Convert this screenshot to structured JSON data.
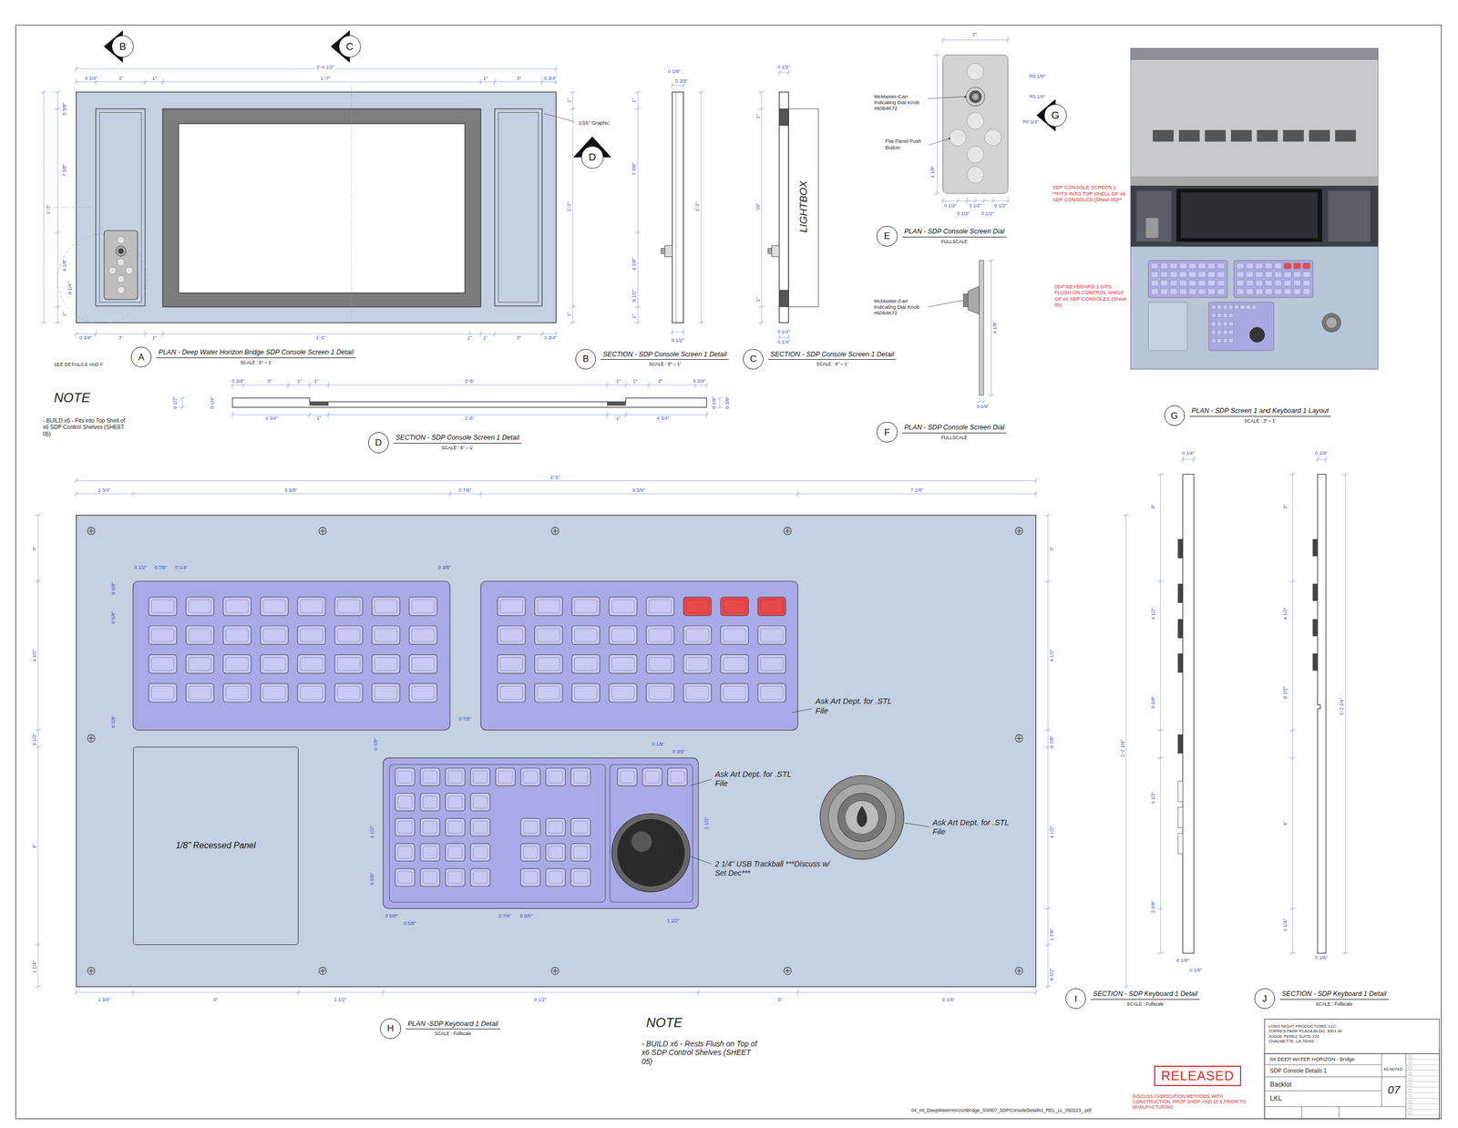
{
  "diagram": {
    "nodes": [
      {
        "text": [
          "B"
        ]
      },
      {
        "text": [
          "C"
        ]
      },
      {
        "text": [
          "D"
        ]
      },
      {
        "text": [
          "G"
        ]
      },
      {
        "text": [
          "A",
          "PLAN - Deep Water Horizon Bridge SDP Console Screen 1 Detail",
          "SCALE : 6\" = 1'"
        ]
      },
      {
        "text": [
          "B",
          "SECTION - SDP Console Screen 1 Detail",
          "SCALE : 6\" = 1'"
        ]
      },
      {
        "text": [
          "C",
          "SECTION - SDP Console Screen 1 Detail",
          "SCALE : 6\" = 1'"
        ]
      },
      {
        "text": [
          "D",
          "SECTION - SDP Console Screen 1 Detail",
          "SCALE : 6\" = 1'"
        ]
      },
      {
        "text": [
          "E",
          "PLAN - SDP Console Screen Dial",
          "FULLSCALE"
        ]
      },
      {
        "text": [
          "F",
          "PLAN - SDP Console Screen Dial",
          "FULLSCALE"
        ]
      },
      {
        "text": [
          "G",
          "PLAN - SDP Screen 1 and Keyboard 1 Layout",
          "SCALE : 3\" = 1'"
        ]
      },
      {
        "text": [
          "H",
          "PLAN -SDP Keyboard 1 Detail",
          "SCALE : Fullscale"
        ]
      },
      {
        "text": [
          "I",
          "SECTION - SDP Keyboard 1 Detail",
          "SCALE : Fullscale"
        ]
      },
      {
        "text": [
          "J",
          "SECTION - SDP Keyboard 1 Detail",
          "SCALE : Fullscale"
        ]
      },
      {
        "text": [
          "1/8\" Recessed Panel"
        ]
      },
      {
        "text": [
          "RELEASED"
        ]
      }
    ],
    "labels": [
      "2'-4 1/2\"",
      "0 3/4\"",
      "3\"",
      "1\"",
      "1'-7\"",
      "1\"",
      "3\"",
      "0 3/4\"",
      "0 3/8\"",
      "7 5/8\"",
      "1'-2\"",
      "4 1/8\"",
      "0 1/4\"",
      "1\"",
      "1\"",
      "1'-2\"",
      "1\"",
      "0 3/4\"",
      "3\"",
      "1\"",
      "1'-5\"",
      "1\"",
      "1\"",
      "3\"",
      "0 3/4\"",
      "1/16\" Graphic",
      "SEE DETAILS E AND F",
      "NOTE",
      "- BUILD x6 - Fits into Top Shell of x6 SDP Control Shelves (SHEET 05)",
      "0 1/8\"",
      "0 3/8\"",
      "1\"",
      "7 3/8\"",
      "1'-2\"",
      "4 1/8\"",
      "0 1/2\"",
      "1\"",
      "0 1/2\"",
      "0 1/2\"",
      "1\"",
      "10\"",
      "1\"",
      "0 1/4\"",
      "0 1/4\"",
      "LIGHTBOX",
      "0 3/4\"",
      "3\"",
      "1\"",
      "1\"",
      "1'-5\"",
      "1\"",
      "1\"",
      "3\"",
      "0 3/4\"",
      "0 1/2\"",
      "0 1/4\"",
      "0 1/8\"",
      "0 3/8\"",
      "4 3/4\"",
      "1\"",
      "1'-5\"",
      "1\"",
      "4 3/4\"",
      "2\"",
      "R0 1/8\"",
      "R0 1/4\"",
      "R0 1/4\"",
      "4 1/8\"",
      "McMaster-Carr Indicating Dial Knob #6094K72",
      "Flat Panel Push Button",
      "0 1/2\"",
      "0 1/2\"",
      "0 1/2\"",
      "0 1/2\"",
      "0 1/2\"",
      "McMaster-Carr Indicating Dial Knob #6094K72",
      "4 1/8\"",
      "0 1/8\"",
      "SDP CONSOLE SCREEN 1 **FITS INTO TOP SHELL OF x6 SDP CONSOLES (Sheet 05)**",
      "SDP KEYBOARD 1 SITS FLUSH ON CONTROL SHELF OF x6 SDP CONSOLES (Sheet 05)",
      "2'-5\"",
      "1 3/4\"",
      "9 5/8\"",
      "0 7/8\"",
      "9 5/8\"",
      "7 1/8\"",
      "0 1/2\"",
      "0 7/8\"",
      "0 1/4\"",
      "0 3/8\"",
      "3\"",
      "4 1/2\"",
      "0 1/2\"",
      "9\"",
      "1 1/4\"",
      "0 5/8\"",
      "0 5/8\"",
      "0 5/8\"",
      "0 7/8\"",
      "3\"",
      "4 1/2\"",
      "0 7/8\"",
      "4 1/2\"",
      "1 7/8\"",
      "0 1/2\"",
      "1'-2 1/4\"",
      "1 3/4\"",
      "5\"",
      "2 1/2\"",
      "9 1/2\"",
      "5\"",
      "5 1/4\"",
      "0 1/8\"",
      "0 3/8\"",
      "0 5/8\"",
      "0 5/8\"",
      "0 7/8\"",
      "0 5/8\"",
      "1 1/2\"",
      "4 1/2\"",
      "0 5/8\"",
      "1 1/2\"",
      "0 7/8\"",
      "Ask Art Dept. for .STL File",
      "Ask Art Dept. for .STL File",
      "Ask Art Dept. for .STL File",
      "2 1/4\" USB Trackball ***Discuss w/ Set Dec***",
      "NOTE",
      "- BUILD x6 - Rests Flush on Top of x6 SDP Control Shelves (SHEET 05)",
      "0 1/4\"",
      "3\"",
      "4 1/2\"",
      "0 5/8\"",
      "4 1/2\"",
      "2 3/8\"",
      "0 1/8\"",
      "0 1/8\"",
      "0 1/4\"",
      "3\"",
      "4 1/2\"",
      "0 1/2\"",
      "1'-2 1/4\"",
      "6\"",
      "1 1/4\"",
      "0 1/8\"",
      "LONG NIGHT PRODUCTIONS, LLC TORRES PARK PLASA BLDG. 8301 W. JUDGE PEREZ SUITE 220 CHALMETTE, LA 70043",
      "04 DEEP WATER HORIZON - Bridge",
      "SDP Console Details 1",
      "Backlot",
      "LKL",
      "AS NOTED",
      "07",
      "DISCUSS FABRICATION METHODS WITH CONSTRUCTION, PROP SHOP, AND SFX PRIOR TO MANUFACTURING",
      "04_Int_DeepWaterHorizonBridge_Sht007_SDPConsoleDetails1_REL_LL_050223_.pdf"
    ]
  }
}
